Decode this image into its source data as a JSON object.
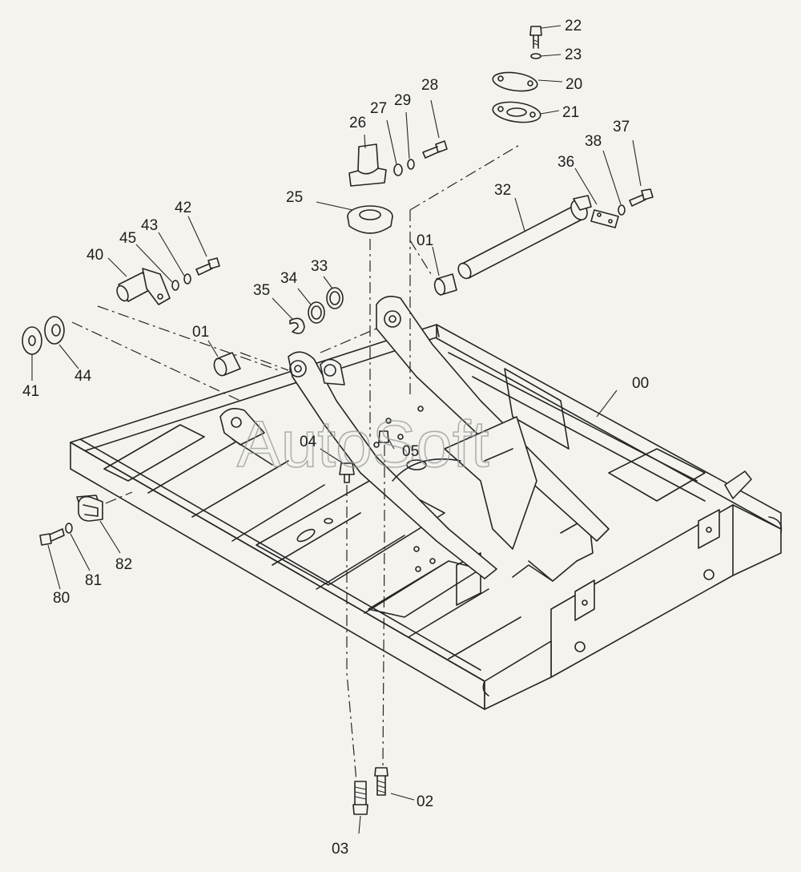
{
  "watermark": "AutoSoft",
  "callouts": [
    {
      "id": "c00",
      "text": "00"
    },
    {
      "id": "c01a",
      "text": "01"
    },
    {
      "id": "c01b",
      "text": "01"
    },
    {
      "id": "c02",
      "text": "02"
    },
    {
      "id": "c03",
      "text": "03"
    },
    {
      "id": "c04",
      "text": "04"
    },
    {
      "id": "c05",
      "text": "05"
    },
    {
      "id": "c20",
      "text": "20"
    },
    {
      "id": "c21",
      "text": "21"
    },
    {
      "id": "c22",
      "text": "22"
    },
    {
      "id": "c23",
      "text": "23"
    },
    {
      "id": "c25",
      "text": "25"
    },
    {
      "id": "c26",
      "text": "26"
    },
    {
      "id": "c27",
      "text": "27"
    },
    {
      "id": "c28",
      "text": "28"
    },
    {
      "id": "c29",
      "text": "29"
    },
    {
      "id": "c32",
      "text": "32"
    },
    {
      "id": "c33",
      "text": "33"
    },
    {
      "id": "c34",
      "text": "34"
    },
    {
      "id": "c35",
      "text": "35"
    },
    {
      "id": "c36",
      "text": "36"
    },
    {
      "id": "c37",
      "text": "37"
    },
    {
      "id": "c38",
      "text": "38"
    },
    {
      "id": "c40",
      "text": "40"
    },
    {
      "id": "c41",
      "text": "41"
    },
    {
      "id": "c42",
      "text": "42"
    },
    {
      "id": "c43",
      "text": "43"
    },
    {
      "id": "c44",
      "text": "44"
    },
    {
      "id": "c45",
      "text": "45"
    },
    {
      "id": "c80",
      "text": "80"
    },
    {
      "id": "c81",
      "text": "81"
    },
    {
      "id": "c82",
      "text": "82"
    }
  ]
}
